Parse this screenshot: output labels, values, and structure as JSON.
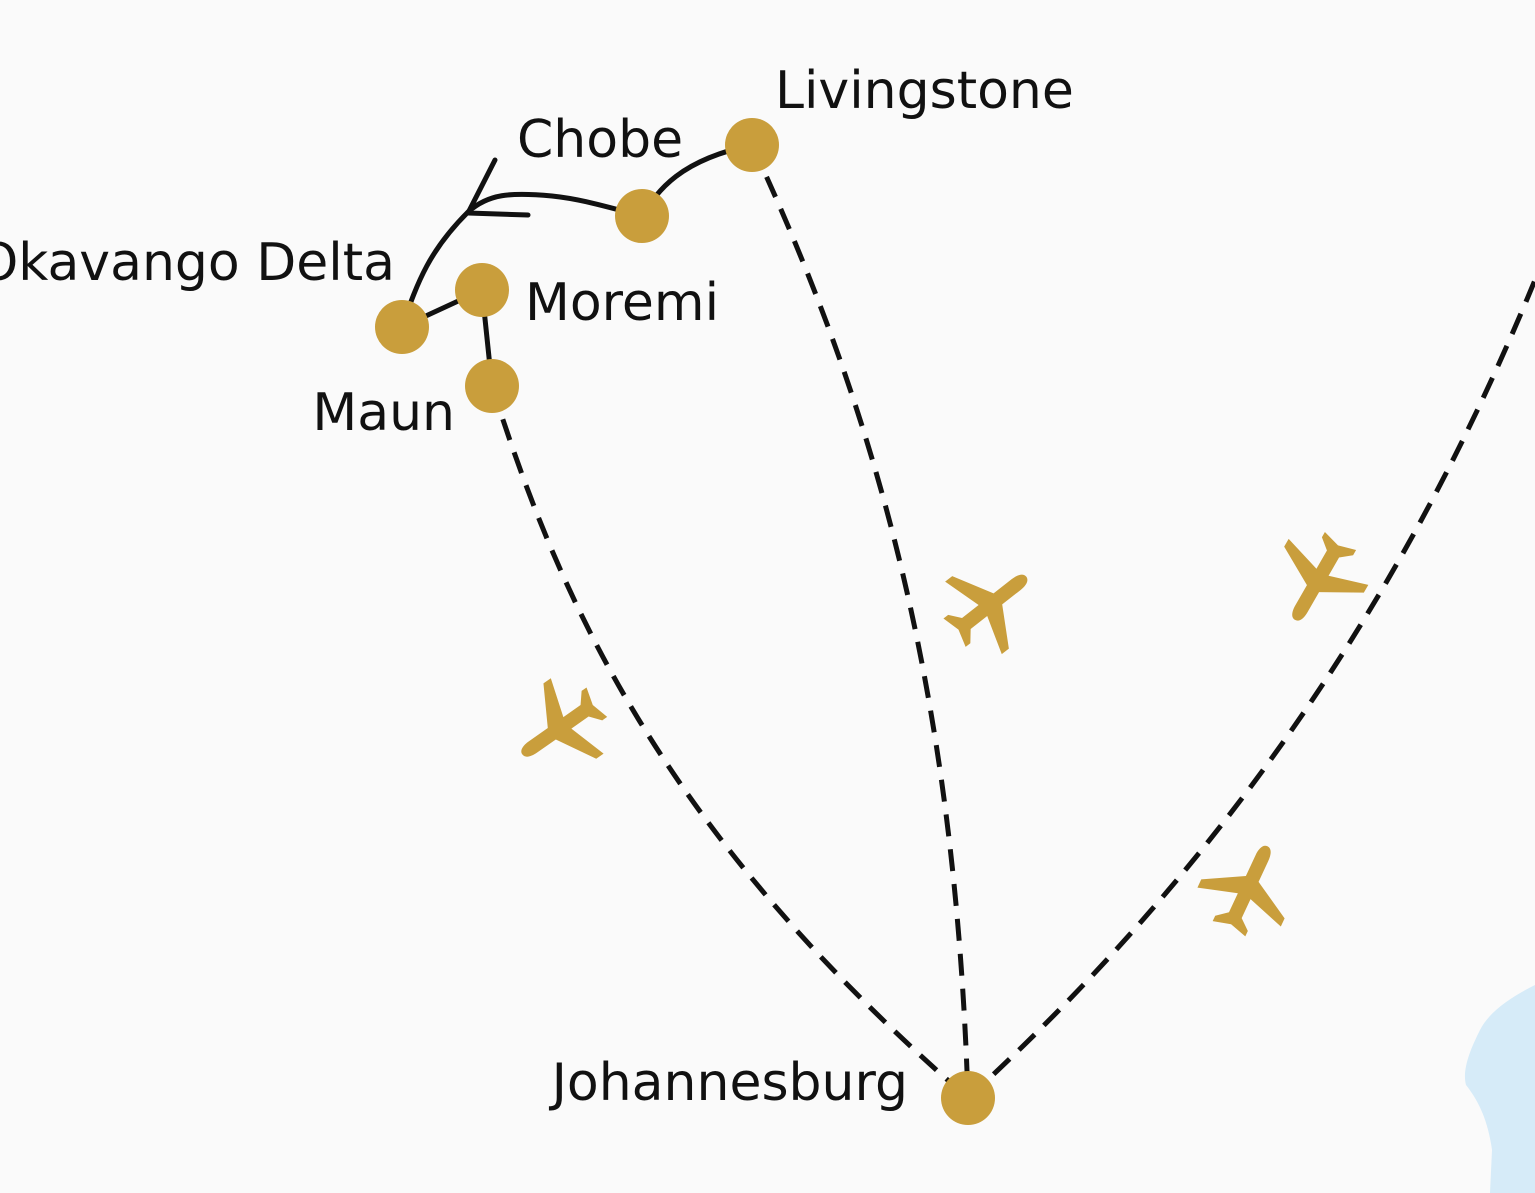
{
  "colors": {
    "background": "#fafafa",
    "marker": "#c99e3c",
    "route": "#111111",
    "water": "#d6ebf8"
  },
  "places": {
    "livingstone": "Livingstone",
    "chobe": "Chobe",
    "okavango_delta": "Okavango Delta",
    "moremi": "Moremi",
    "maun": "Maun",
    "johannesburg": "Johannesburg"
  },
  "icons": {
    "plane": "airplane-icon",
    "marker": "location-dot"
  }
}
